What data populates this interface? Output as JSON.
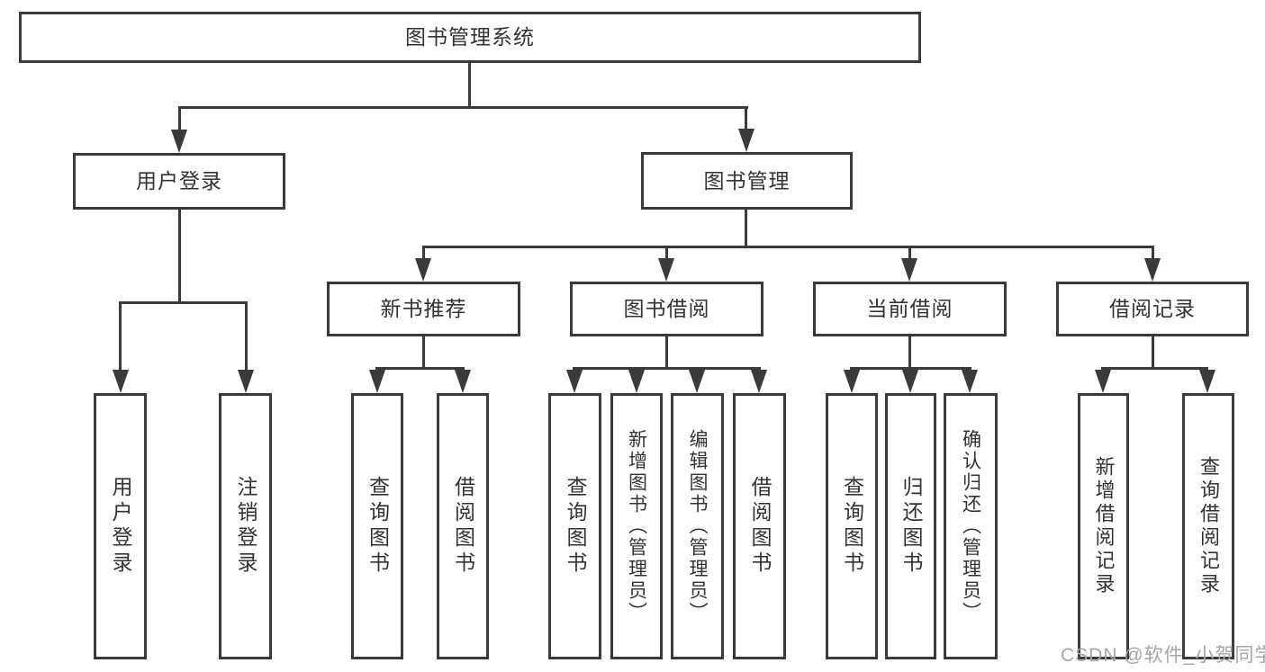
{
  "diagram": {
    "title": "图书管理系统",
    "watermark": "CSDN @软件_小贺同学",
    "colors": {
      "line": "#3a3a3a",
      "text": "#333333",
      "background": "#ffffff",
      "watermark": "#a6a6a6"
    },
    "root": {
      "label": "图书管理系统"
    },
    "branches": {
      "0": {
        "label": "用户登录",
        "children": {
          "0": "用户登录",
          "1": "注销登录"
        }
      },
      "1": {
        "label": "图书管理",
        "groups": {
          "0": {
            "label": "新书推荐",
            "children": {
              "0": "查询图书",
              "1": "借阅图书"
            }
          },
          "1": {
            "label": "图书借阅",
            "children": {
              "0": "查询图书",
              "1": "新增图书（管理员）",
              "2": "编辑图书（管理员）",
              "3": "借阅图书"
            }
          },
          "2": {
            "label": "当前借阅",
            "children": {
              "0": "查询图书",
              "1": "归还图书",
              "2": "确认归还（管理员）"
            }
          },
          "3": {
            "label": "借阅记录",
            "children": {
              "0": "新增借阅记录",
              "1": "查询借阅记录"
            }
          }
        }
      }
    }
  }
}
